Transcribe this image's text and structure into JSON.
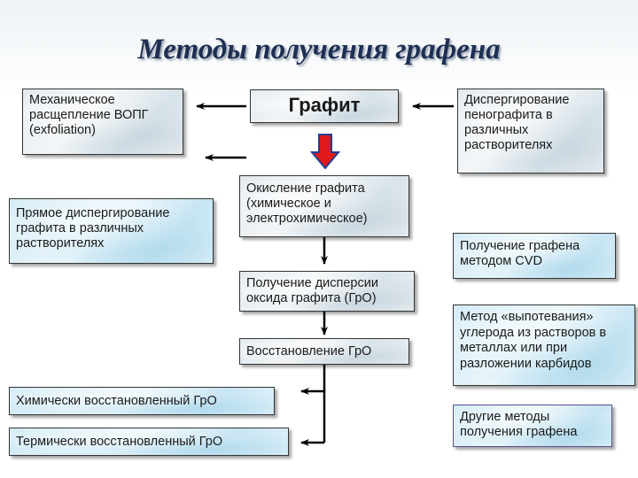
{
  "title": "Методы получения графена",
  "nodes": {
    "graphite": "Графит",
    "mechanical": "Механическое расщепление ВОПГ (exfoliation)",
    "direct_dispersion": "Прямое диспергирование графита в различных растворителях",
    "oxidation": "Окисление графита (химическое и электрохимическое)",
    "go_dispersion": "Получение дисперсии оксида графита (ГрО)",
    "go_reduction": "Восстановление ГрО",
    "chem_reduced": "Химически восстановленный ГрО",
    "therm_reduced": "Термически восстановленный ГрО",
    "foam_dispersion": "Диспергирование пенографита в различных растворителях",
    "cvd": "Получение графена методом CVD",
    "sweating": "Метод «выпотевания» углерода из растворов в металлах или при разложении карбидов",
    "other": "Другие методы получения графена"
  },
  "colors": {
    "title": "#1d2f52",
    "down_arrow_fill": "#e0191c",
    "down_arrow_stroke": "#1f3f8f",
    "arrow": "#000000"
  }
}
